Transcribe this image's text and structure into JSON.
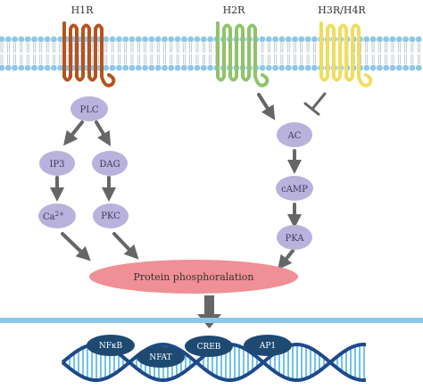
{
  "receptors": {
    "h1r": "H1R",
    "h2r": "H2R",
    "h3r_h4r": "H3R/H4R"
  },
  "nodes": {
    "plc": "PLC",
    "ip3": "IP3",
    "dag": "DAG",
    "ca": "Ca",
    "ca_sup": "2+",
    "pkc": "PKC",
    "ac": "AC",
    "camp": "cAMP",
    "pka": "PKA"
  },
  "protein": "Protein phosphoralation",
  "transcription_factors": {
    "nfkb": "NFκB",
    "nfat": "NFAT",
    "creb": "CREB",
    "ap1": "AP1"
  },
  "colors": {
    "h1r": "#b5541f",
    "h2r": "#8fc46a",
    "h3r_h4r": "#f0dd5c",
    "membrane_head": "#8ec7e8",
    "node_fill": "#b9b2dc",
    "protein_fill": "#f08f95",
    "arrow": "#666666",
    "nuclear_line": "#8ec7e8",
    "tf_fill": "#1e4a72",
    "dna_dark": "#1e4a8a",
    "dna_light": "#4fb3e8"
  }
}
